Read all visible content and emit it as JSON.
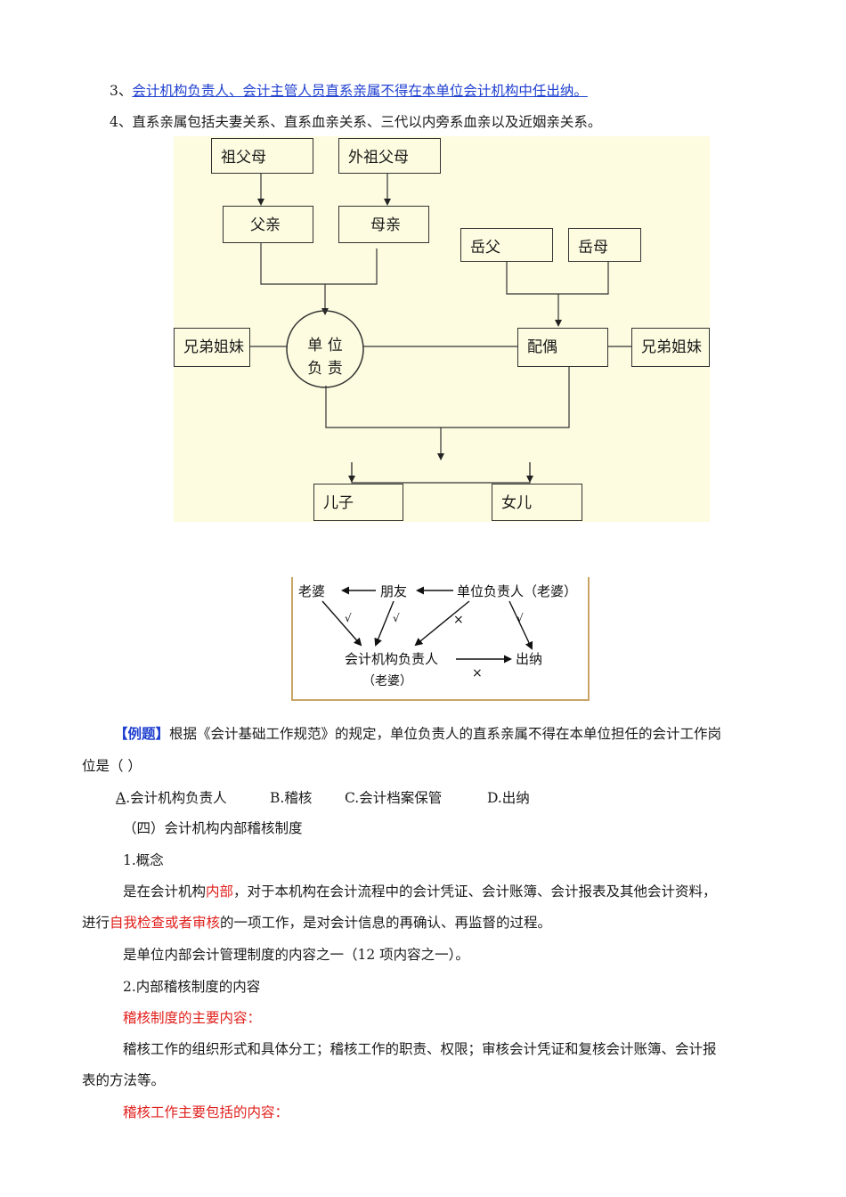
{
  "para3": {
    "prefix": "3、",
    "link": "会计机构负责人、会计主管人员直系亲属不得在本单位会计机构中任出纳。"
  },
  "para4": "4、直系亲属包括夫妻关系、直系血亲关系、三代以内旁系血亲以及近姻亲关系。",
  "family_chart": {
    "grandparents_paternal": "祖父母",
    "grandparents_maternal": "外祖父母",
    "father": "父亲",
    "mother": "母亲",
    "father_in_law": "岳父",
    "mother_in_law": "岳母",
    "siblings_left": "兄弟姐妹",
    "center_line1": "单 位",
    "center_line2": "负 责",
    "spouse": "配偶",
    "siblings_right": "兄弟姐妹",
    "son": "儿子",
    "daughter": "女儿",
    "bg_color": "#fdfce0"
  },
  "relation_chart": {
    "wife": "老婆",
    "friend": "朋友",
    "unit_head": "单位负责人（老婆）",
    "accounting_head": "会计机构负责人",
    "accounting_head_sub": "（老婆）",
    "cashier": "出纳",
    "check": "√",
    "cross": "×",
    "border_color": "#c9a566"
  },
  "example": {
    "tag": "【例题】",
    "text1": "根据《会计基础工作规范》的规定，单位负责人的直系亲属不得在本单位担任的会计工作岗",
    "text2": "位是（    ）",
    "options": {
      "a_letter": "A",
      "a": ".会计机构负责人",
      "b": "B.稽核",
      "c": "C.会计档案保管",
      "d": "D.出纳"
    }
  },
  "section4": "（四）会计机构内部稽核制度",
  "concept_title": "1.概念",
  "concept_p1": {
    "a": "是在会计机构",
    "b": "内部",
    "c": "，对于本机构在会计流程中的会计凭证、会计账簿、会计报表及其他会计资料，"
  },
  "concept_p2": {
    "a": "进行",
    "b": "自我检查或者审核",
    "c": "的一项工作，是对会计信息的再确认、再监督的过程。"
  },
  "concept_p3": "是单位内部会计管理制度的内容之一（12 项内容之一）。",
  "content_title": "2.内部稽核制度的内容",
  "main_content_title": "稽核制度的主要内容：",
  "main_content_p1": "稽核工作的组织形式和具体分工；稽核工作的职责、权限；审核会计凭证和复核会计账簿、会计报",
  "main_content_p2": "表的方法等。",
  "work_title": "稽核工作主要包括的内容："
}
